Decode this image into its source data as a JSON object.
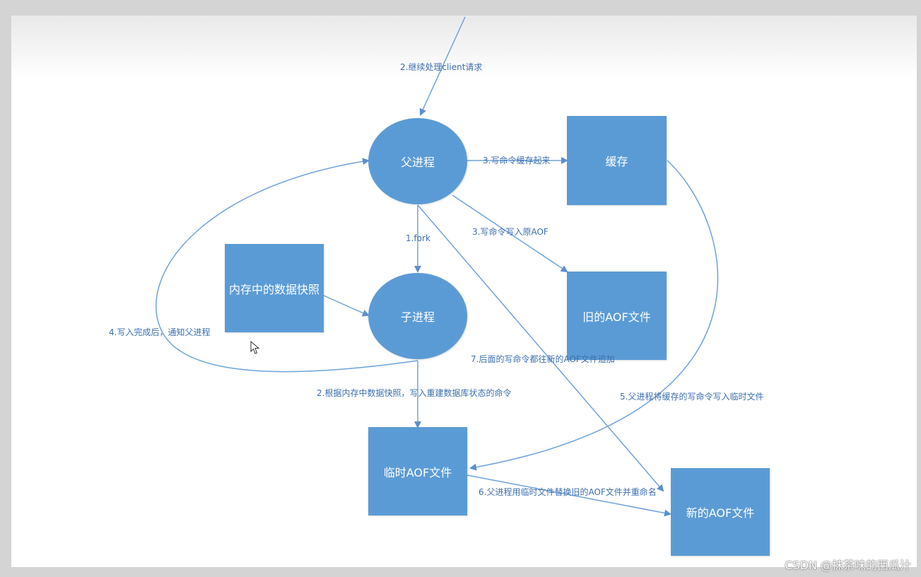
{
  "nodes": {
    "parent": "父进程",
    "cache": "缓存",
    "snapshot": "内存中的数据快照",
    "child": "子进程",
    "old_aof": "旧的AOF文件",
    "temp_aof": "临时AOF文件",
    "new_aof": "新的AOF文件"
  },
  "edges": {
    "client": "2.继续处理client请求",
    "to_cache": "3.写命令缓存起来",
    "to_old_aof": "3.写命令写入原AOF",
    "fork": "1.fork",
    "notify": "4.写入完成后，通知父进程",
    "append_new": "7.后面的写命令都往新的AOF文件追加",
    "rebuild": "2.根据内存中数据快照，写入重建数据库状态的命令",
    "cache_to_temp": "5.父进程将缓存的写命令写入临时文件",
    "replace": "6.父进程用临时文件替换旧的AOF文件并重命名"
  },
  "colors": {
    "node_fill": "#5b9bd5",
    "edge": "#6fa3d8",
    "label": "#3d6fae"
  },
  "watermark": "CSDN @抹茶味的西瓜汁"
}
